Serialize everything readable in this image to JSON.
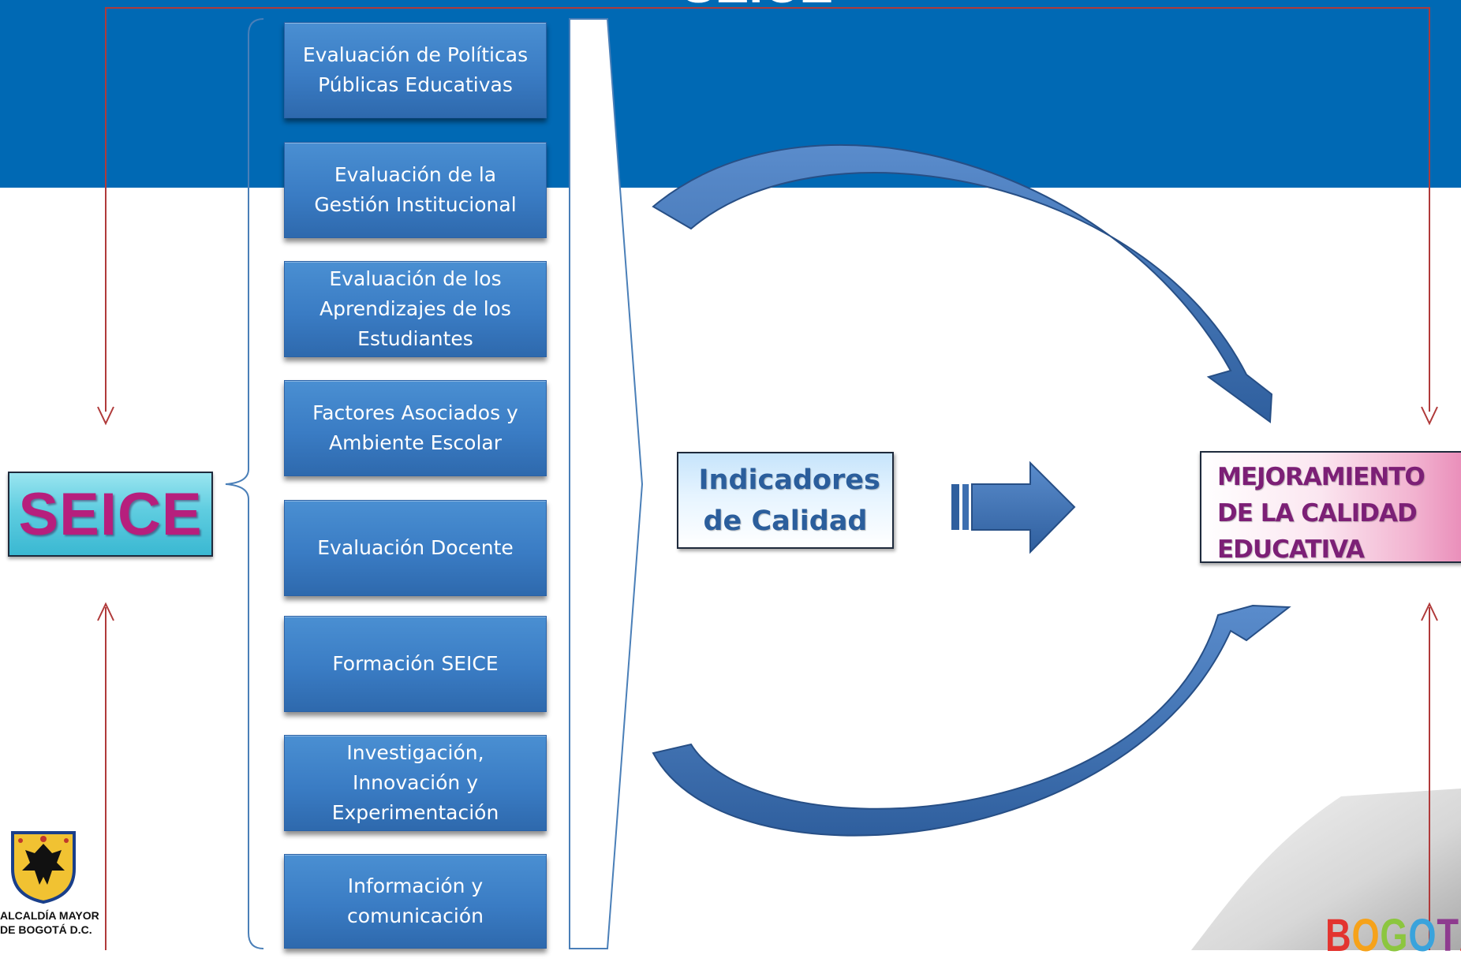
{
  "header": {
    "title": "SEICE"
  },
  "seice_box": {
    "label": "SEICE"
  },
  "components": [
    {
      "label": "Evaluación de Políticas Públicas Educativas"
    },
    {
      "label": "Evaluación de la Gestión Institucional"
    },
    {
      "label": "Evaluación de los Aprendizajes de los Estudiantes"
    },
    {
      "label": "Factores Asociados y Ambiente Escolar"
    },
    {
      "label": "Evaluación Docente"
    },
    {
      "label": "Formación SEICE"
    },
    {
      "label": "Investigación, Innovación y Experimentación"
    },
    {
      "label": "Información y comunicación"
    }
  ],
  "indicators_box": {
    "label": "Indicadores de Calidad"
  },
  "outcome_box": {
    "lines": [
      "MEJORAMIENTO",
      "DE LA CALIDAD",
      "EDUCATIVA"
    ]
  },
  "logo": {
    "line1": "ALCALDÍA MAYOR",
    "line2": "DE BOGOTÁ D.C.",
    "emblem": "bogota-coat-of-arms-icon"
  },
  "brand": {
    "word": "BOGOTÁ",
    "colors": [
      "#e3342f",
      "#f6a21a",
      "#8cc63f",
      "#3aa3dc",
      "#8e3b8f",
      "#e3342f"
    ]
  },
  "colors": {
    "header_band": "#0069b4",
    "component_box": "#3a7cc4",
    "connector_line": "#b03a3a",
    "seice_text": "#b61f7d",
    "indicators_text": "#2b5e9c",
    "outcome_text": "#7c1f76",
    "arrow_fill": "#3d6fb0"
  }
}
